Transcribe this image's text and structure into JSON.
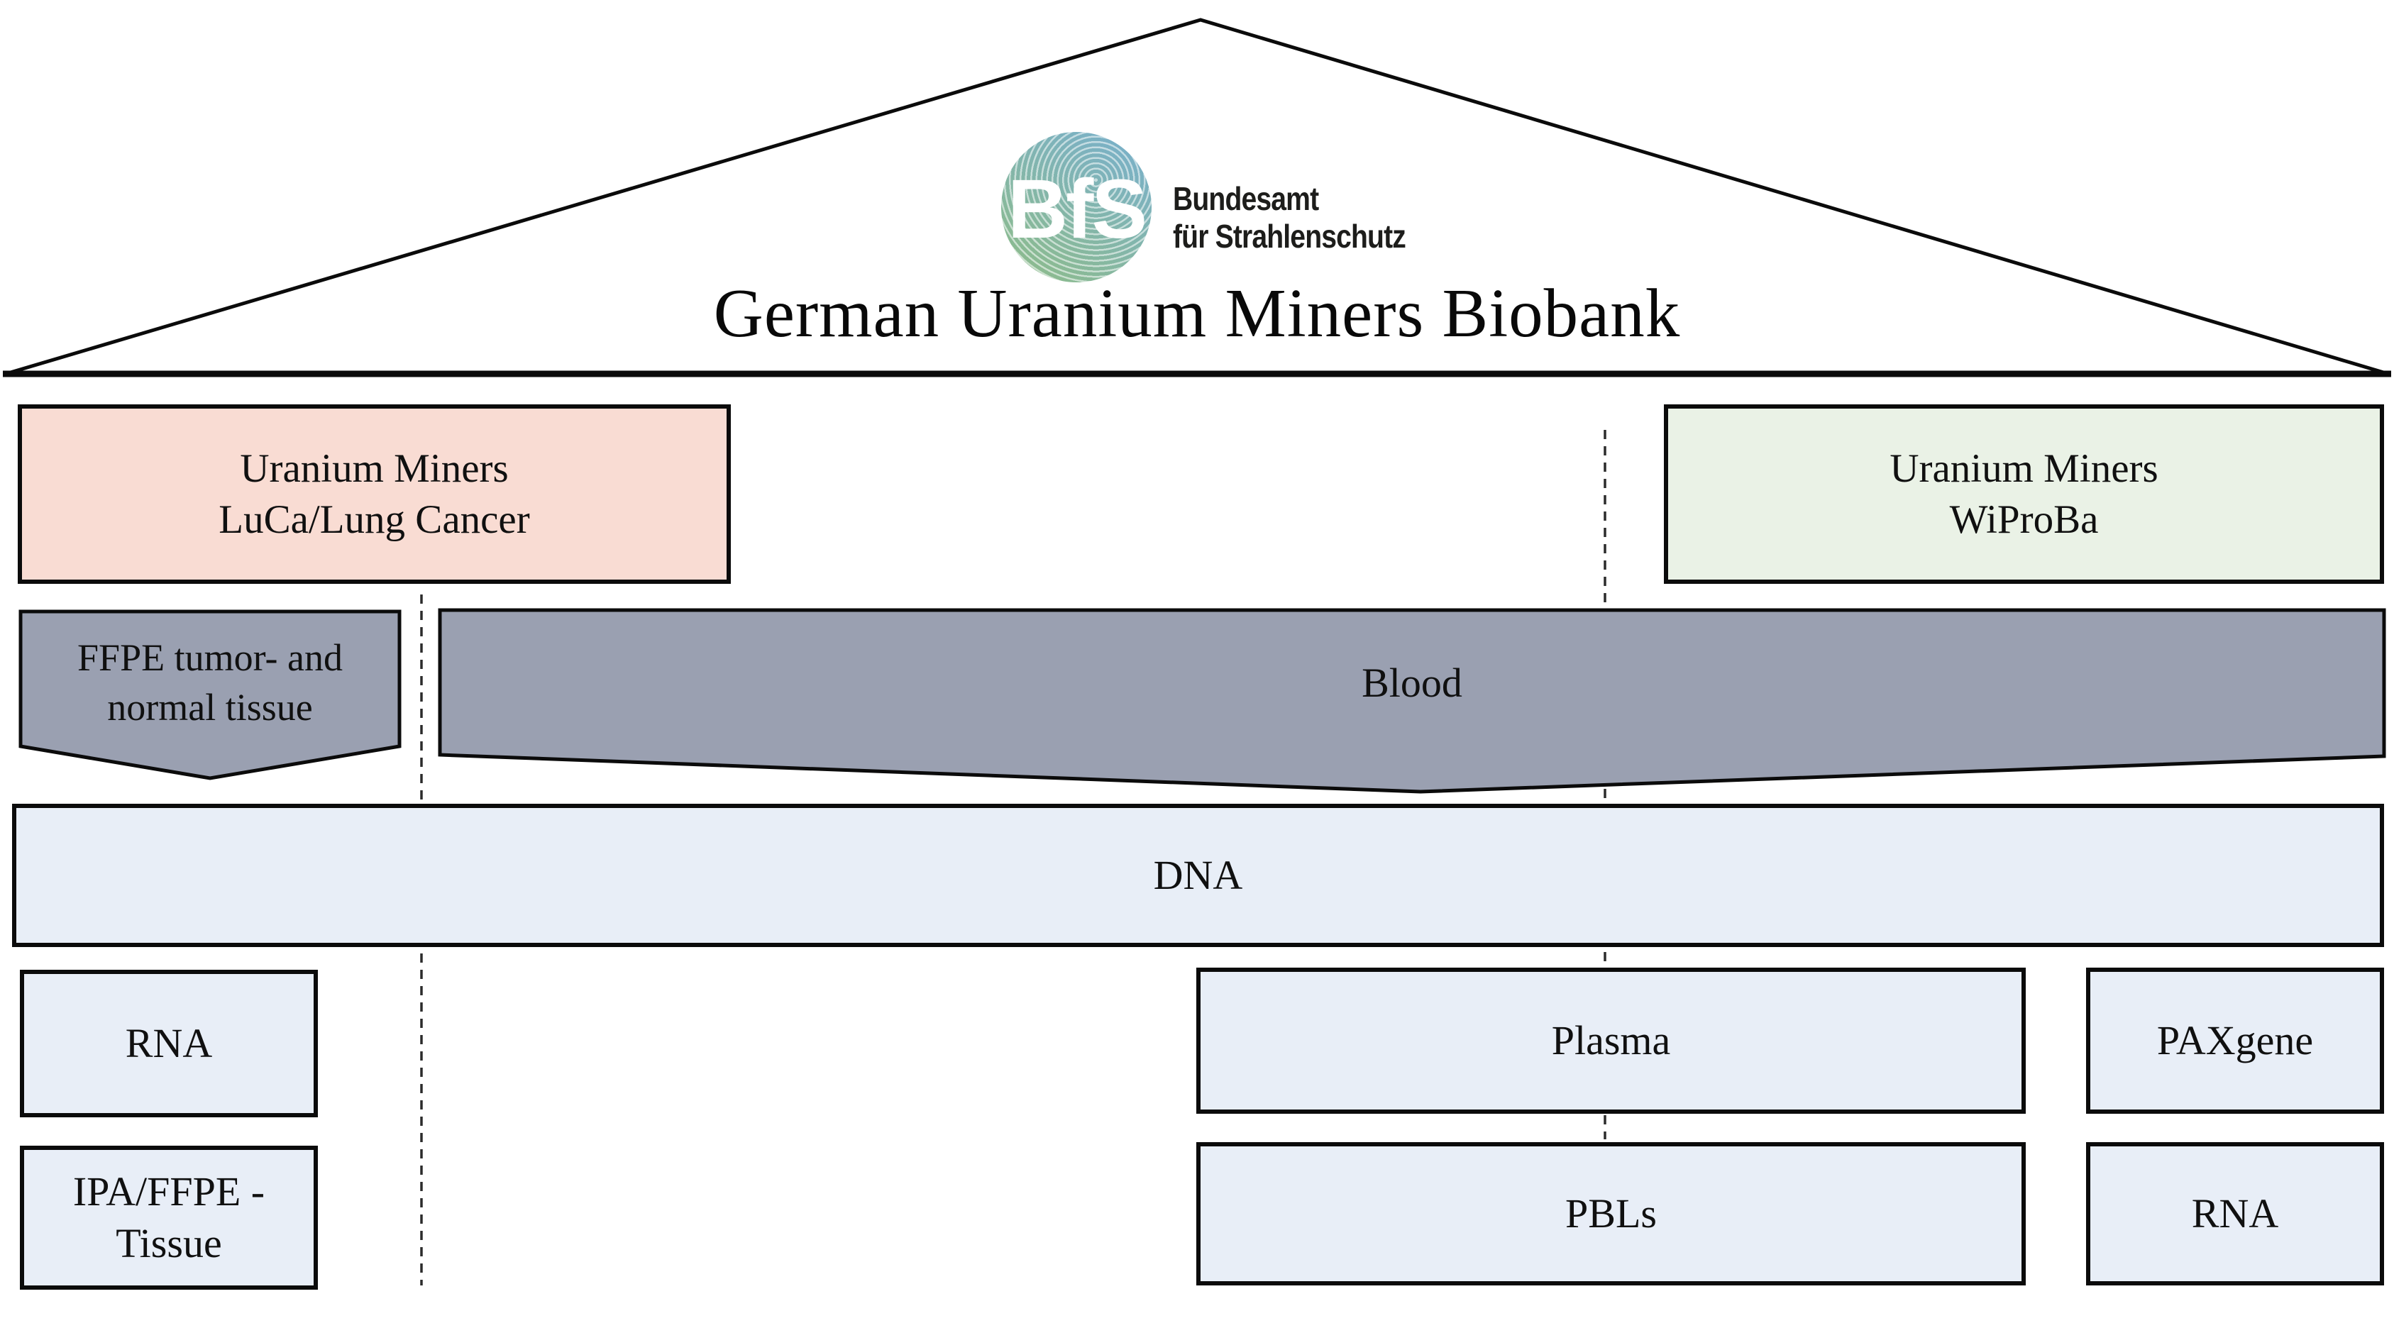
{
  "colors": {
    "bg": "#ffffff",
    "outline": "#0b0b0b",
    "dash": "#2b2b2b",
    "pink": "#f9dcd3",
    "green": "#eaf2e6",
    "gray": "#9aa0b1",
    "lightblue": "#e8eef7",
    "text": "#101010",
    "logo-blue": "#79b0ca",
    "logo-green": "#8cbb8f",
    "logo-text": "#ffffff",
    "org-text": "#1d1d1b"
  },
  "header": {
    "title": "German Uranium Miners Biobank",
    "logo": {
      "acronym": "BfS",
      "org": [
        "Bundesamt",
        "für Strahlenschutz"
      ]
    }
  },
  "cohorts": {
    "luca": {
      "lines": [
        "Uranium Miners",
        "LuCa/Lung Cancer"
      ]
    },
    "wiproba": {
      "lines": [
        "Uranium Miners",
        "WiProBa"
      ]
    }
  },
  "specimens": {
    "ffpe": {
      "lines": [
        "FFPE tumor- and",
        "normal tissue"
      ]
    },
    "blood": {
      "label": "Blood"
    },
    "dna": {
      "label": "DNA"
    },
    "rna_luca": {
      "label": "RNA"
    },
    "ipa": {
      "lines": [
        "IPA/FFPE -",
        "Tissue"
      ]
    },
    "plasma": {
      "label": "Plasma"
    },
    "paxgene": {
      "label": "PAXgene"
    },
    "pbls": {
      "label": "PBLs"
    },
    "rna_wiproba": {
      "label": "RNA"
    }
  }
}
